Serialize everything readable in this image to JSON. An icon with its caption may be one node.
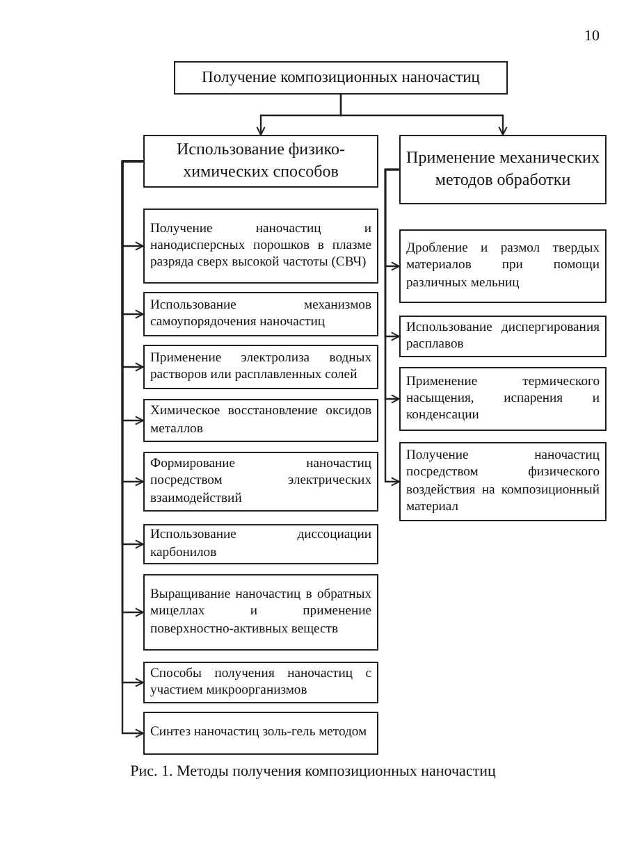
{
  "diagram": {
    "caption": "Рис. 1. Методы получения композиционных наночастиц",
    "nodes": [
      {
        "text": [
          "Получение композиционных наночастиц"
        ]
      },
      {
        "text": [
          "Использование физико-химических способов"
        ]
      },
      {
        "text": [
          "Применение механических методов обработки"
        ]
      },
      {
        "text": [
          "Получение наночастиц и нанодисперсных порошков в плазме разряда сверх высокой частоты (СВЧ)"
        ]
      },
      {
        "text": [
          "Использование механизмов самоупорядочения наночастиц"
        ]
      },
      {
        "text": [
          "Применение электролиза водных растворов или расплавленных солей"
        ]
      },
      {
        "text": [
          "Химическое восстановление оксидов металлов"
        ]
      },
      {
        "text": [
          "Формирование наночастиц посредством электрических взаимодействий"
        ]
      },
      {
        "text": [
          "Использование диссоциации карбонилов"
        ]
      },
      {
        "text": [
          "Выращивание наночастиц в обратных мицеллах и применение поверхностно-активных веществ"
        ]
      },
      {
        "text": [
          "Способы получения наночастиц с участием микроорганизмов"
        ]
      },
      {
        "text": [
          "Синтез наночастиц золь-гель методом"
        ]
      },
      {
        "text": [
          "Дробление и размол твердых материалов при помощи различных мельниц"
        ]
      },
      {
        "text": [
          "Использование диспергирования расплавов"
        ]
      },
      {
        "text": [
          "Применение термического насыщения, испарения и конденсации"
        ]
      },
      {
        "text": [
          "Получение наночастиц посредством физического воздействия на композиционный материал"
        ]
      }
    ],
    "edges": [
      {
        "from": 0,
        "to": 1,
        "arrow": "to"
      },
      {
        "from": 0,
        "to": 2,
        "arrow": "to"
      },
      {
        "from": 1,
        "to": 3,
        "arrow": "to"
      },
      {
        "from": 1,
        "to": 4,
        "arrow": "to"
      },
      {
        "from": 1,
        "to": 5,
        "arrow": "to"
      },
      {
        "from": 1,
        "to": 6,
        "arrow": "to"
      },
      {
        "from": 1,
        "to": 7,
        "arrow": "to"
      },
      {
        "from": 1,
        "to": 8,
        "arrow": "to"
      },
      {
        "from": 1,
        "to": 9,
        "arrow": "to"
      },
      {
        "from": 1,
        "to": 10,
        "arrow": "to"
      },
      {
        "from": 1,
        "to": 11,
        "arrow": "to"
      },
      {
        "from": 2,
        "to": 12,
        "arrow": "to"
      },
      {
        "from": 2,
        "to": 13,
        "arrow": "to"
      },
      {
        "from": 2,
        "to": 14,
        "arrow": "to"
      },
      {
        "from": 2,
        "to": 15,
        "arrow": "to"
      }
    ],
    "labels": [
      "10"
    ]
  }
}
